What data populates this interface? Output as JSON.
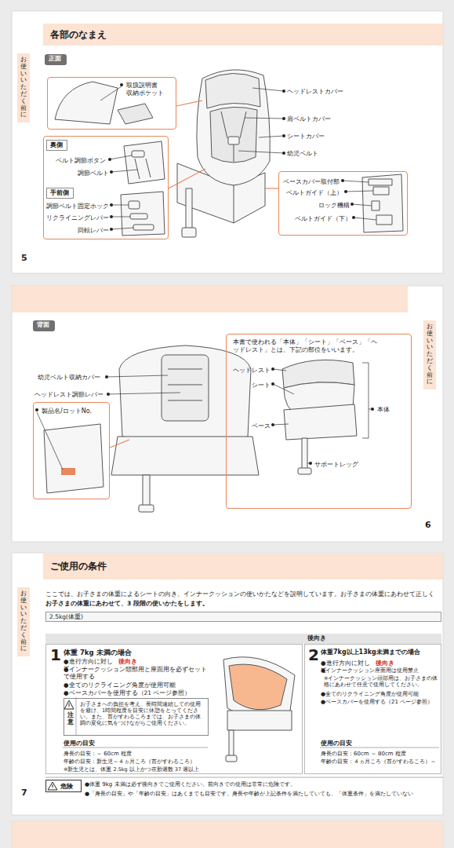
{
  "diagram": {
    "nodes": [
      {
        "text": [
          "各部のなまえ"
        ]
      },
      {
        "text": [
          "お使いいただく前に"
        ]
      },
      {
        "text": [
          "正面"
        ]
      },
      {
        "text": [
          "取扱説明書 収納ポケット"
        ]
      },
      {
        "text": [
          "ベルト調節ボタン",
          "調節ベルト",
          "調節ベルト固定ホック",
          "リクライニングレバー",
          "回転レバー"
        ]
      },
      {
        "text": [
          "奥側"
        ],
        "in": 4
      },
      {
        "text": [
          "手前側"
        ],
        "in": 4
      },
      {
        "text": [
          "ベースカバー取付部",
          "ベルトガイド（上）",
          "ロック機構",
          "ベルトガイド（下）"
        ]
      },
      {
        "text": [
          "お使いいただく前に"
        ]
      },
      {
        "text": [
          "背面"
        ]
      },
      {
        "text": [
          "製品名/ロットNo."
        ]
      },
      {
        "text": [
          "本書で使われる「本体」「シート」「ベース」「ヘッドレスト」とは、下記の部位をいいます。",
          "ヘッドレスト",
          "シート",
          "本体",
          "ベース",
          "サポートレッグ"
        ]
      },
      {
        "text": [
          "ご使用の条件"
        ]
      },
      {
        "text": [
          "お使いいただく前に"
        ]
      },
      {
        "text": [
          "2.5kg(体重)"
        ]
      },
      {
        "text": [
          "後向き"
        ]
      },
      {
        "text": [
          "1",
          "体重 7kg 未満の場合",
          "●進行方向に対して",
          "後向き",
          "●インナークッション頭部用と座面用を必ずセットで使用する",
          "●全てのリクライニング角度が使用可能",
          "●ベースカバーを使用する（21 ページ参照）",
          "使用の目安",
          "身長の目安：～ 60cm 程度",
          "年齢の目安：新生児～４ヵ月ころ（首がすわるころ）",
          "※新生児とは、体重 2.5kg 以上かつ在胎週数 37 週以上"
        ]
      },
      {
        "text": [
          "注意",
          "お子さまへの負担を考え、長時間連続しての使用を避け、1時間程度を目安に休憩をとってください。また、首がすわるころまでは、お子さまの体調の変化に気をつけながらご使用ください。"
        ],
        "in": 16
      },
      {
        "text": [
          "2",
          "体重7kg以上13kg未満までの場合",
          "●進行方向に対して",
          "後向き",
          "●インナークッション座面用は使用禁止",
          "※インナークッション頭部用は、お子さまの体格にあわせて任意で使用してください。",
          "●全てのリクライニング角度が使用可能",
          "●ベースカバーを使用する（21 ページ参照）",
          "使用の目安",
          "身長の目安：60cm ～ 80cm 程度",
          "年齢の目安：４ヵ月ころ（首がすわるころ）～"
        ]
      },
      {
        "text": [
          "危険"
        ]
      }
    ],
    "labels": [
      "ヘッドレストカバー",
      "肩ベルトカバー",
      "シートカバー",
      "幼児ベルト",
      "5",
      "幼児ベルト収納カバー",
      "ヘッドレスト調節レバー",
      "6",
      "ここでは、お子さまの体重によるシートの向き、インナークッションの使いかたなどを説明しています。お子さまの体重にあわせて正しく",
      "お子さまの体重にあわせて、3 段階の使いかたをします。",
      "●体重 9kg 未満は必ず後向きでご使用ください。前向きでの使用は非常に危険です。",
      "●「身長の目安」や「年齢の目安」はあくまでも目安です。身長や年齢が上記条件を満たしていても、「体重条件」を満たしていない",
      "7"
    ]
  }
}
